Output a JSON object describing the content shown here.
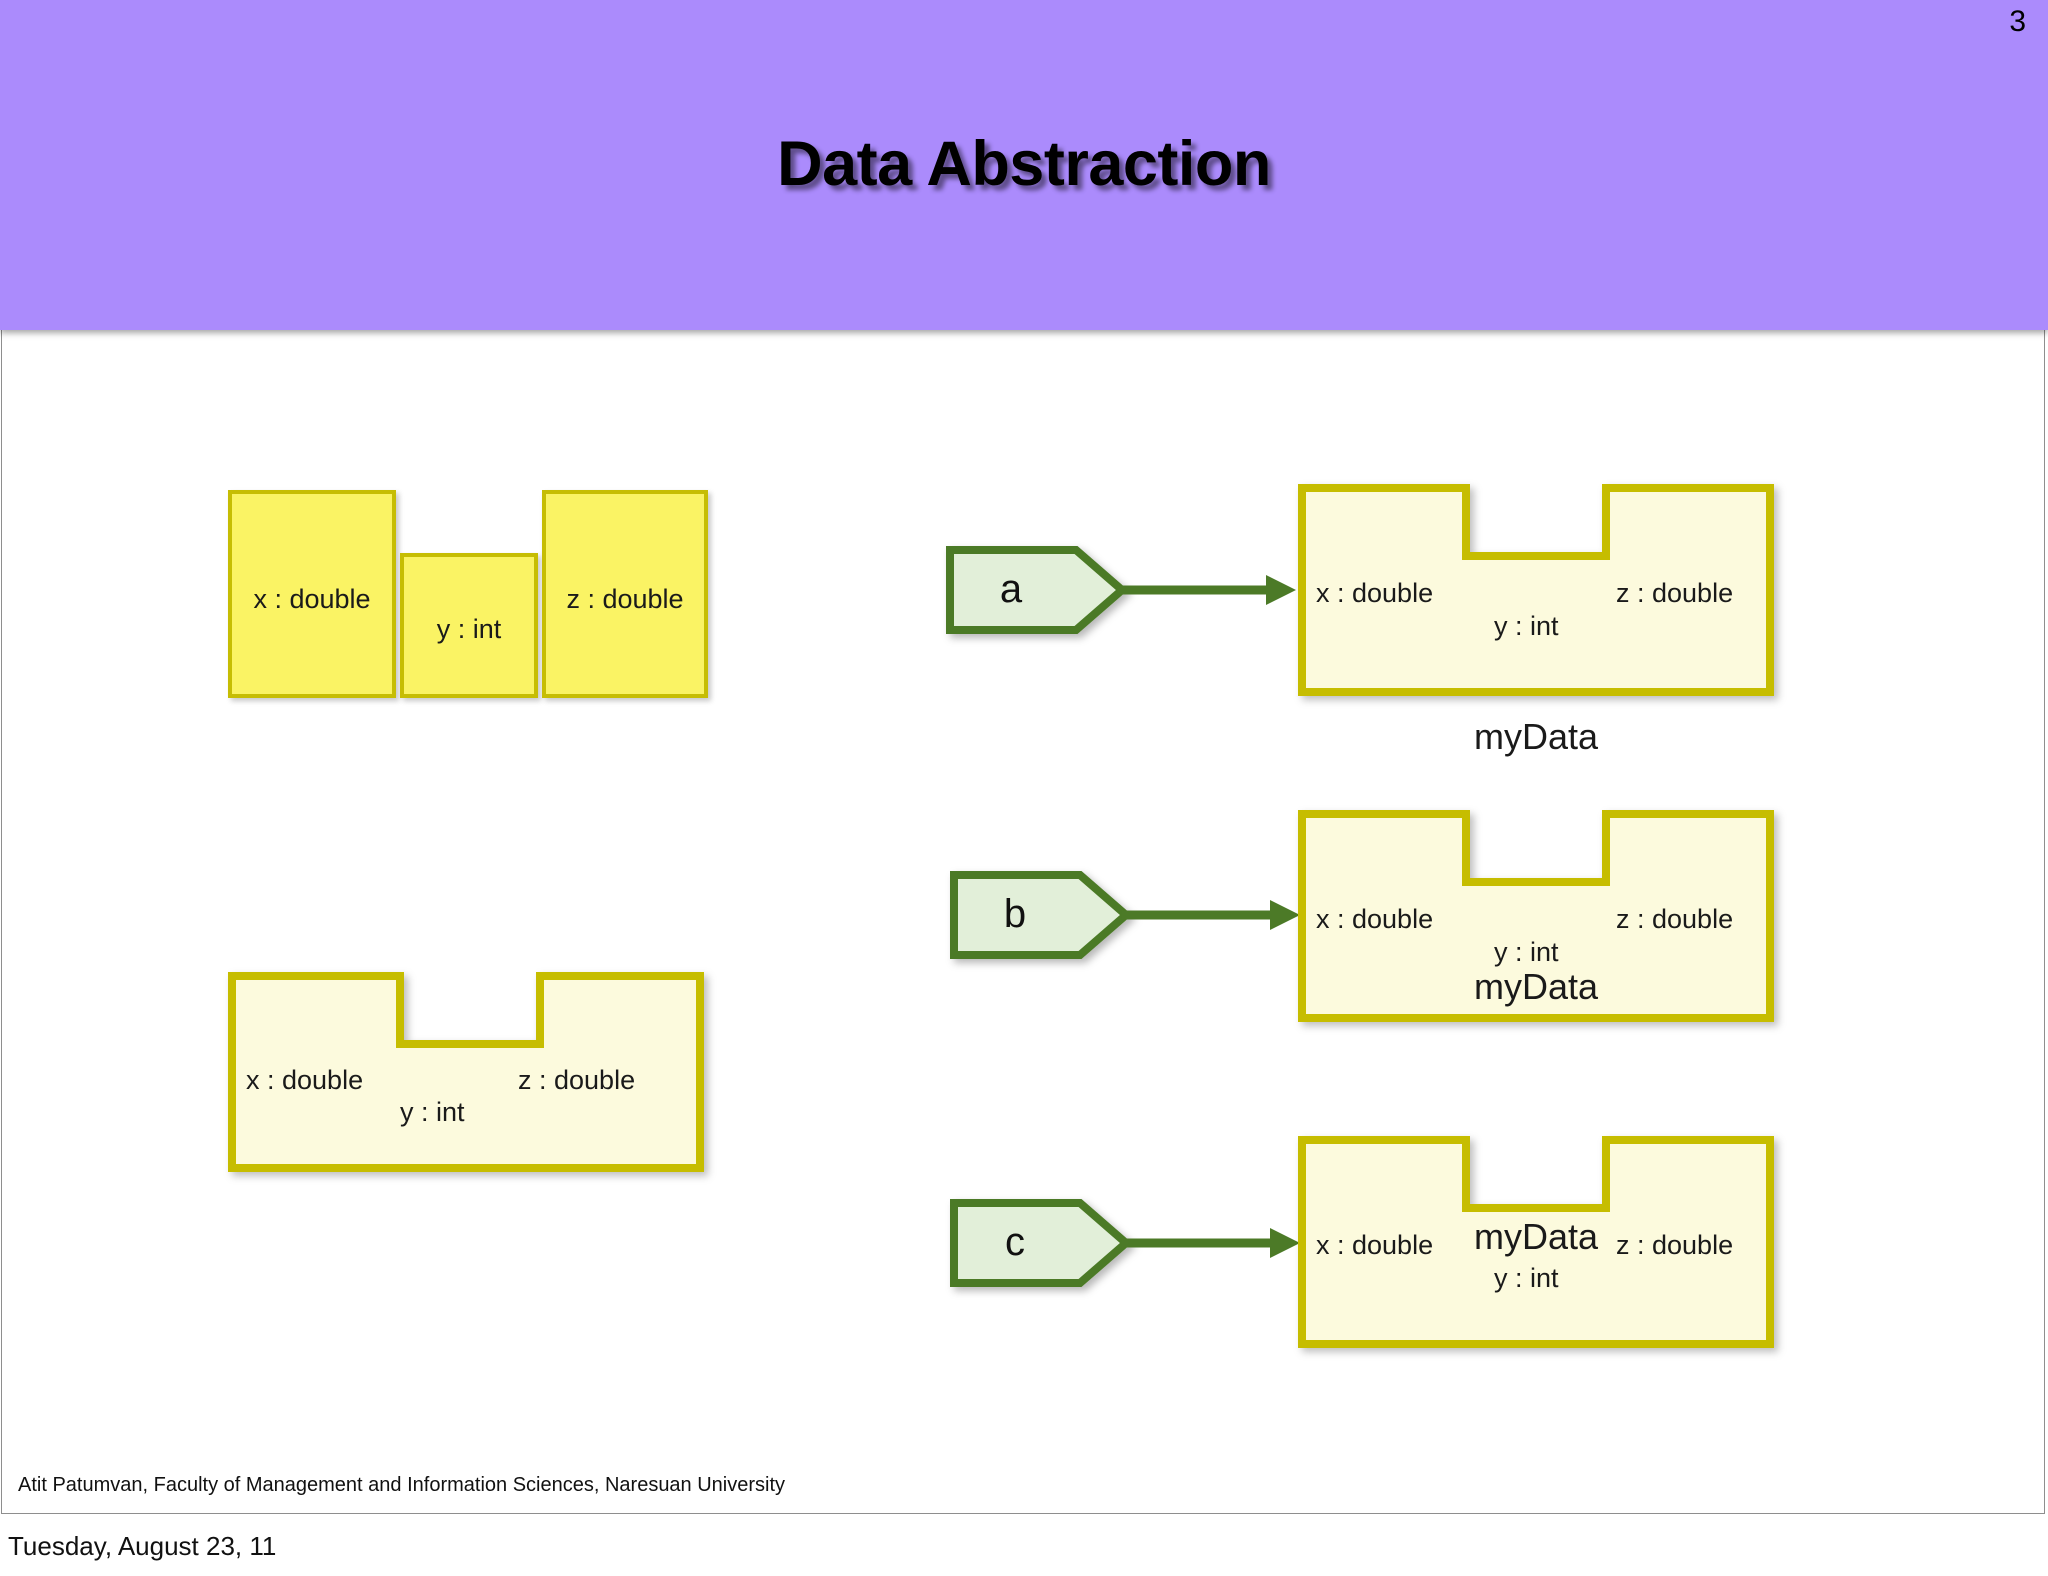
{
  "slide": {
    "number": "3",
    "title": "Data Abstraction",
    "header_color": "#ab8bfc",
    "background_color": "#ffffff"
  },
  "colors": {
    "header_purple": "#ab8bfc",
    "bright_yellow_fill": "#faf364",
    "bright_yellow_border": "#c6bd03",
    "pale_yellow_fill": "#fcfadd",
    "pale_yellow_border": "#c6bd03",
    "green_fill": "#e2efd9",
    "green_border": "#4c7a27",
    "arrow_green": "#4c7a27",
    "text_black": "#1a1a1a"
  },
  "diagram": {
    "separate_fields": {
      "name": "separate-members-diagram",
      "fields": [
        {
          "label": "x : double"
        },
        {
          "label": "y : int"
        },
        {
          "label": "z : double"
        }
      ]
    },
    "merged_struct": {
      "name": "merged-struct-diagram",
      "fields": [
        {
          "label": "x : double"
        },
        {
          "label": "y : int"
        },
        {
          "label": "z : double"
        }
      ]
    },
    "instances": [
      {
        "variable": "a",
        "type_caption": "myData",
        "fields": [
          {
            "label": "x : double"
          },
          {
            "label": "y : int"
          },
          {
            "label": "z : double"
          }
        ]
      },
      {
        "variable": "b",
        "type_caption": "myData",
        "fields": [
          {
            "label": "x : double"
          },
          {
            "label": "y : int"
          },
          {
            "label": "z : double"
          }
        ]
      },
      {
        "variable": "c",
        "type_caption": "myData",
        "fields": [
          {
            "label": "x : double"
          },
          {
            "label": "y : int"
          },
          {
            "label": "z : double"
          }
        ]
      }
    ]
  },
  "footer": {
    "note": "Atit Patumvan, Faculty of Management and Information Sciences, Naresuan University",
    "date": "Tuesday, August 23, 11"
  }
}
